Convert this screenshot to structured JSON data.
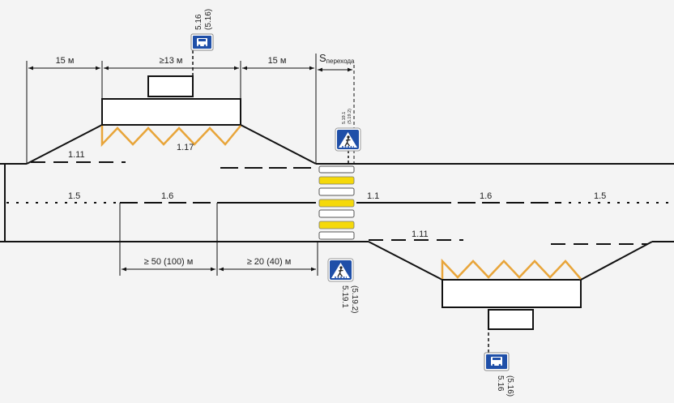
{
  "dimensions": {
    "left_taper": "15 м",
    "bay_length": "≥13 м",
    "right_taper": "15 м",
    "crossing_prefix": "S",
    "crossing_suffix": "перехода",
    "gap_far": "≥ 50 (100) м",
    "gap_near": "≥ 20 (40) м"
  },
  "markings": {
    "m111_top": "1.11",
    "m117": "1.17",
    "m15_left": "1.5",
    "m16_left": "1.6",
    "m11": "1.1",
    "m16_right": "1.6",
    "m15_right": "1.5",
    "m111_bottom": "1.11"
  },
  "signs": {
    "bus_stop_top_line1": "5.16",
    "bus_stop_top_line2": "(5.16)",
    "crossing_top_line1": "5.19.1",
    "crossing_top_line2": "(5.19.2)",
    "crossing_bottom_line1": "5.19.1",
    "crossing_bottom_line2": "(5.19.2)",
    "bus_stop_bottom_line1": "5.16",
    "bus_stop_bottom_line2": "(5.16)"
  },
  "colors": {
    "crosswalk": "#f5d90a",
    "zigzag": "#e8a53a",
    "sign_blue": "#1f4fa8",
    "line": "#111111"
  },
  "icons": [
    "bus-stop-sign-icon",
    "pedestrian-crossing-sign-icon"
  ]
}
